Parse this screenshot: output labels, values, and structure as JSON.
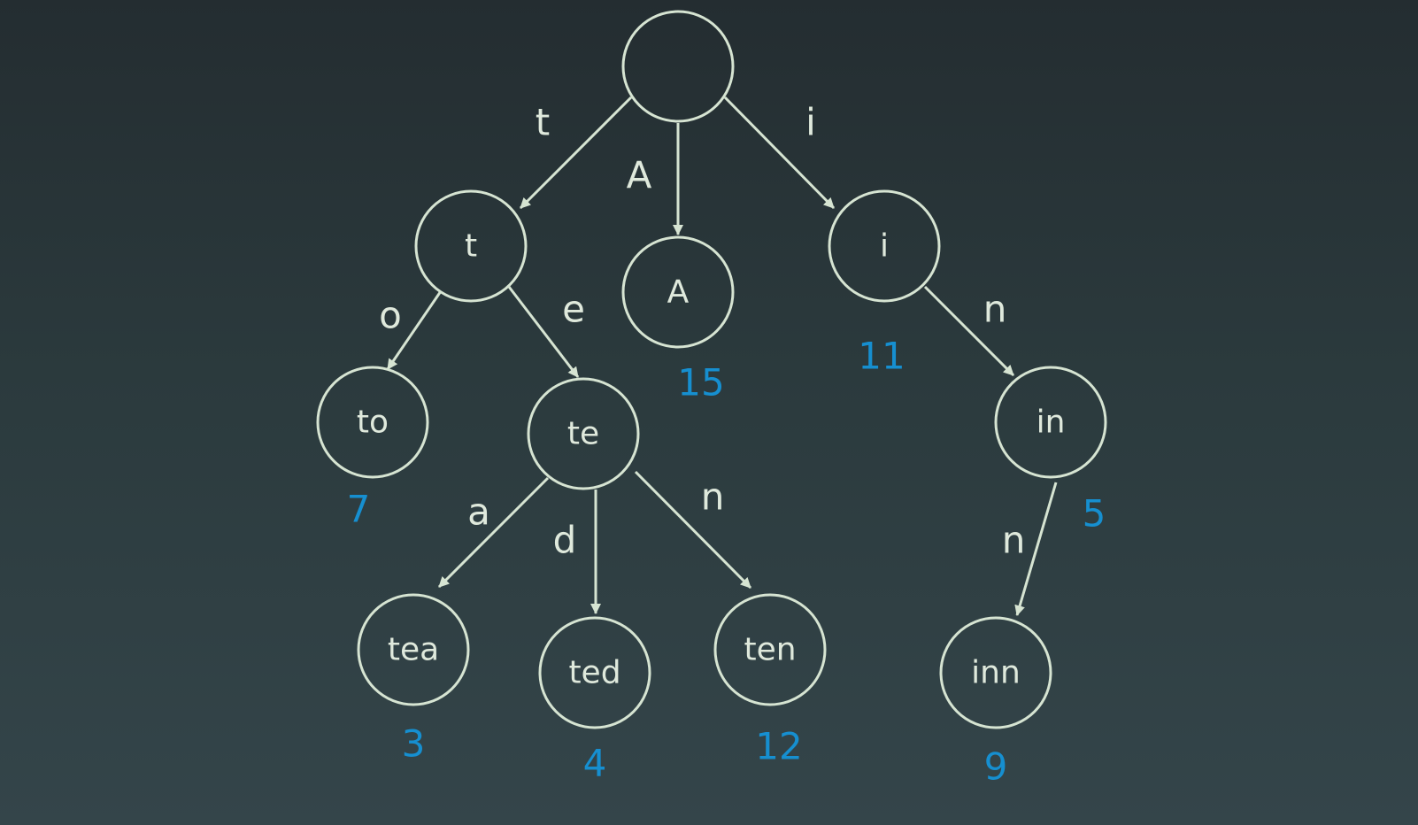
{
  "colors": {
    "stroke": "#d6e4d2",
    "text": "#dfe9dc",
    "value": "#168fd0",
    "background": "#2b3a3d"
  },
  "nodes": [
    {
      "id": "root",
      "label": ""
    },
    {
      "id": "t",
      "label": "t"
    },
    {
      "id": "A",
      "label": "A",
      "value": "15"
    },
    {
      "id": "i",
      "label": "i",
      "value": "11"
    },
    {
      "id": "to",
      "label": "to",
      "value": "7"
    },
    {
      "id": "te",
      "label": "te"
    },
    {
      "id": "in",
      "label": "in",
      "value": "5"
    },
    {
      "id": "tea",
      "label": "tea",
      "value": "3"
    },
    {
      "id": "ted",
      "label": "ted",
      "value": "4"
    },
    {
      "id": "ten",
      "label": "ten",
      "value": "12"
    },
    {
      "id": "inn",
      "label": "inn",
      "value": "9"
    }
  ],
  "edges": [
    {
      "from": "root",
      "to": "t",
      "label": "t"
    },
    {
      "from": "root",
      "to": "A",
      "label": "A"
    },
    {
      "from": "root",
      "to": "i",
      "label": "i"
    },
    {
      "from": "t",
      "to": "to",
      "label": "o"
    },
    {
      "from": "t",
      "to": "te",
      "label": "e"
    },
    {
      "from": "i",
      "to": "in",
      "label": "n"
    },
    {
      "from": "te",
      "to": "tea",
      "label": "a"
    },
    {
      "from": "te",
      "to": "ted",
      "label": "d"
    },
    {
      "from": "te",
      "to": "ten",
      "label": "n"
    },
    {
      "from": "in",
      "to": "inn",
      "label": "n"
    }
  ]
}
